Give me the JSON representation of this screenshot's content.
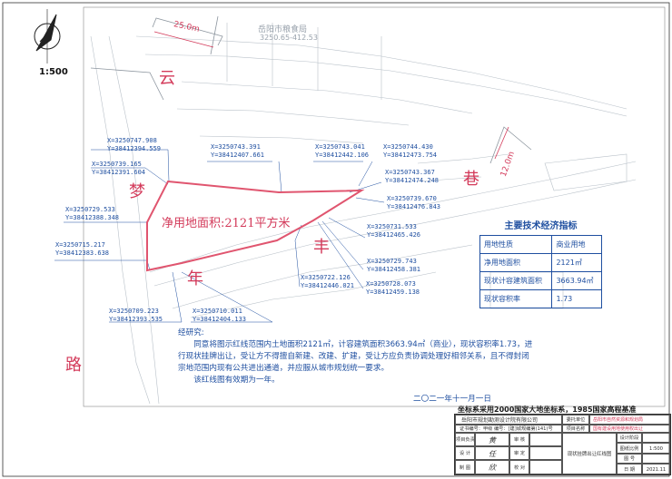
{
  "scale": "1:500",
  "roads": {
    "yun": "云",
    "meng": "梦",
    "feng": "丰",
    "nian": "年",
    "lu": "路",
    "xiang": "巷"
  },
  "widths": {
    "top": "25.0m",
    "right": "12.0m"
  },
  "background": {
    "building_name": "岳阳市粮食局",
    "building_code": "3250.65-412.53"
  },
  "area_label": "净用地面积:2121平方米",
  "coordinates": [
    {
      "x": "X=3250747.908",
      "y": "Y=38412394.559"
    },
    {
      "x": "X=3250739.165",
      "y": "Y=38412391.604"
    },
    {
      "x": "X=3250743.391",
      "y": "Y=38412407.661"
    },
    {
      "x": "X=3250743.041",
      "y": "Y=38412442.106"
    },
    {
      "x": "X=3250744.430",
      "y": "Y=38412473.754"
    },
    {
      "x": "X=3250743.367",
      "y": "Y=38412474.248"
    },
    {
      "x": "X=3250739.670",
      "y": "Y=38412476.843"
    },
    {
      "x": "X=3250729.533",
      "y": "Y=38412388.348"
    },
    {
      "x": "X=3250731.533",
      "y": "Y=38412465.426"
    },
    {
      "x": "X=3250715.217",
      "y": "Y=38412383.638"
    },
    {
      "x": "X=3250729.743",
      "y": "Y=38412458.381"
    },
    {
      "x": "X=3250722.126",
      "y": "Y=38412446.021"
    },
    {
      "x": "X=3250728.073",
      "y": "Y=38412459.138"
    },
    {
      "x": "X=3250709.223",
      "y": "Y=38412393.535"
    },
    {
      "x": "X=3250710.011",
      "y": "Y=38412404.133"
    }
  ],
  "indicators": {
    "title": "主要技术经济指标",
    "rows": [
      {
        "label": "用地性质",
        "value": "商业用地"
      },
      {
        "label": "净用地面积",
        "value": "2121㎡"
      },
      {
        "label": "现状计容建筑面积",
        "value": "3663.94㎡"
      },
      {
        "label": "现状容积率",
        "value": "1.73"
      }
    ]
  },
  "notes": {
    "title": "经研究:",
    "para1": "同意将图示红线范围内土地面积2121㎡，计容建筑面积3663.94㎡（商业），现状容积率1.73，进行现状挂牌出让，受让方不得擅自新建、改建、扩建，受让方应负责协调处理好相邻关系，且不得封闭宗地范围内现有公共进出通道，并应服从城市规划统一要求。",
    "para2": "该红线图有效期为一年。"
  },
  "date": "二〇二一年十一月一日",
  "coord_note": "坐标系采用2000国家大地坐标系，1985国家高程基准",
  "titleblock": {
    "company": "岳阳市规划勘测设计院有限公司",
    "cert": "证书编号：甲级  编号：[建]城规编第(141)号",
    "commission_label": "委托单位",
    "commission_value": "岳阳市自然资源和规划局",
    "project_label": "项目名称",
    "project_value": "国有建设用地使用权出让",
    "row_labels": [
      "项目负责",
      "设 计",
      "制 图"
    ],
    "row_sigs": [
      "黄",
      "任",
      "欣"
    ],
    "row_labels2": [
      "审 核",
      "审 定",
      "校 对"
    ],
    "drawing_name": "现状挂牌出让红线图",
    "right_labels": [
      "设计阶段",
      "图纸比例",
      "图 号",
      "日 期"
    ],
    "right_values": [
      "",
      "1:500",
      "",
      "2021.11"
    ]
  }
}
